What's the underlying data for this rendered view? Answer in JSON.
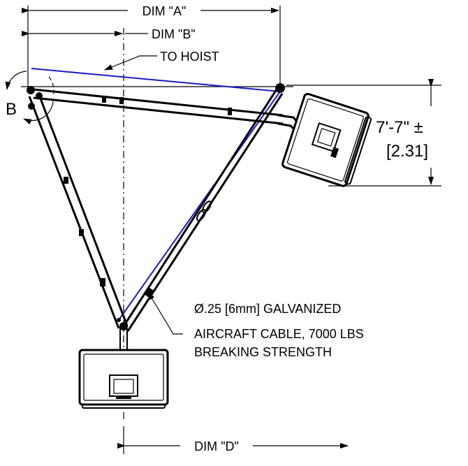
{
  "dimensions": {
    "dim_a": "DIM \"A\"",
    "dim_b": "DIM \"B\"",
    "dim_d": "DIM \"D\"",
    "height_imperial": "7'-7\" ±",
    "height_metric": "[2.31]"
  },
  "labels": {
    "to_hoist": "TO HOIST",
    "pivot_b": "B"
  },
  "cable_note": {
    "line1": "Ø.25 [6mm] GALVANIZED",
    "line2": "AIRCRAFT CABLE, 7000 LBS",
    "line3": "BREAKING STRENGTH"
  },
  "colors": {
    "line": "#000000",
    "cable": "#1a1ac8"
  }
}
